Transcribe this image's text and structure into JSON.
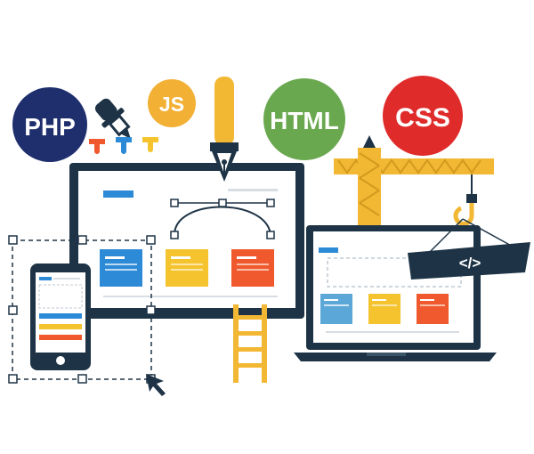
{
  "badges": {
    "php": {
      "label": "PHP",
      "color": "#1f2f6e"
    },
    "js": {
      "label": "JS",
      "color": "#f2b035"
    },
    "html": {
      "label": "HTML",
      "color": "#6aa84f"
    },
    "css": {
      "label": "CSS",
      "color": "#e02b2b"
    }
  },
  "code_tag": {
    "label": "</>"
  },
  "palette": {
    "navy": "#1e3446",
    "blue": "#2d8ad6",
    "yellow": "#f4c32d",
    "orange": "#f0582d",
    "cyan": "#5ba7d8",
    "crane": "#f2b733",
    "grey": "#d7dde3"
  },
  "icons": [
    "pen-nib-icon",
    "eyedropper-icon",
    "crane-icon",
    "ladder-icon",
    "cursor-arrow-icon",
    "code-tag-icon"
  ]
}
